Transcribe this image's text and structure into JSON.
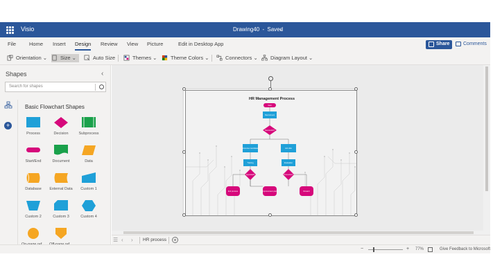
{
  "titlebar": {
    "app_name": "Visio",
    "doc_name": "Drawing40",
    "doc_sep": "-",
    "doc_status": "Saved"
  },
  "tabs": [
    "File",
    "Home",
    "Insert",
    "Design",
    "Review",
    "View",
    "Picture",
    "Edit in Desktop App"
  ],
  "active_tab": "Design",
  "share_label": "Share",
  "comments_label": "Comments",
  "ribbon": {
    "orientation": "Orientation",
    "size": "Size",
    "auto_size": "Auto Size",
    "themes": "Themes",
    "theme_colors": "Theme Colors",
    "connectors": "Connectors",
    "diagram_layout": "Diagram Layout"
  },
  "shapes_panel": {
    "title": "Shapes",
    "search_placeholder": "Search for shapes",
    "stencil_title": "Basic Flowchart Shapes",
    "shapes": [
      {
        "label": "Process",
        "kind": "rect",
        "color": "#1fa0d8"
      },
      {
        "label": "Decision",
        "kind": "diamond",
        "color": "#d6087b"
      },
      {
        "label": "Subprocess",
        "kind": "subprocess",
        "color": "#1aa14b"
      },
      {
        "label": "Start/End",
        "kind": "terminator",
        "color": "#d6087b"
      },
      {
        "label": "Document",
        "kind": "document",
        "color": "#1aa14b"
      },
      {
        "label": "Data",
        "kind": "parallelogram",
        "color": "#f5a623"
      },
      {
        "label": "Database",
        "kind": "database",
        "color": "#f5a623"
      },
      {
        "label": "External Data",
        "kind": "external",
        "color": "#f5a623"
      },
      {
        "label": "Custom 1",
        "kind": "custom1",
        "color": "#1fa0d8"
      },
      {
        "label": "Custom 2",
        "kind": "trapezoid",
        "color": "#1fa0d8"
      },
      {
        "label": "Custom 3",
        "kind": "custom3",
        "color": "#1fa0d8"
      },
      {
        "label": "Custom 4",
        "kind": "hexagon",
        "color": "#1fa0d8"
      },
      {
        "label": "On-page ref...",
        "kind": "circle",
        "color": "#f5a623"
      },
      {
        "label": "Off-page ref...",
        "kind": "offpage",
        "color": "#f5a623"
      }
    ]
  },
  "diagram": {
    "title": "HR Management Process",
    "start": "Start",
    "nodes": [
      "Recruitment",
      "Successful?",
      "Interview candidate",
      "Job offer",
      "Training",
      "Evaluation",
      "Appraisal?",
      "Promotion?",
      "Exit process",
      "Improvement plan",
      "Reward"
    ]
  },
  "page_tab": "HR process",
  "status": {
    "zoom_level": "77%",
    "feedback": "Give Feedback to Microsoft"
  },
  "colors": {
    "brand": "#2b579a",
    "diagram_blue": "#1fa0d8",
    "diagram_magenta": "#d6087b"
  }
}
